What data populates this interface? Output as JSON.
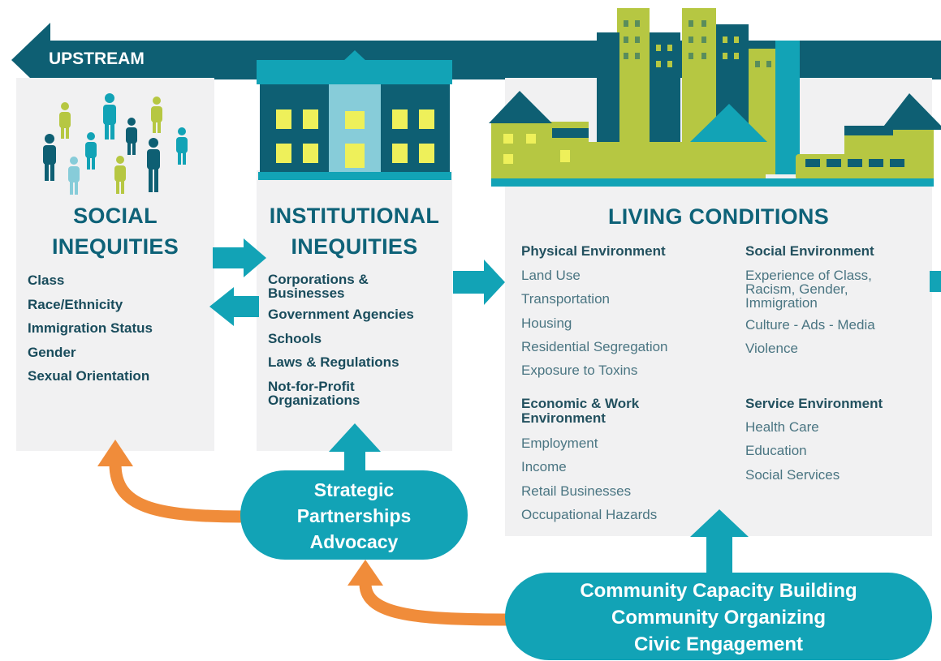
{
  "upstream": {
    "label": "UPSTREAM"
  },
  "social": {
    "title_line1": "SOCIAL",
    "title_line2": "INEQUITIES",
    "items": [
      "Class",
      "Race/Ethnicity",
      "Immigration Status",
      "Gender",
      "Sexual Orientation"
    ]
  },
  "institutional": {
    "title_line1": "INSTITUTIONAL",
    "title_line2": "INEQUITIES",
    "items": [
      "Corporations & Businesses",
      "Government Agencies",
      "Schools",
      "Laws & Regulations",
      "Not-for-Profit Organizations"
    ]
  },
  "living": {
    "title": "LIVING CONDITIONS",
    "physical": {
      "heading": "Physical Environment",
      "items": [
        "Land Use",
        "Transportation",
        "Housing",
        "Residential Segregation",
        "Exposure to Toxins"
      ]
    },
    "economic": {
      "heading": "Economic & Work Environment",
      "items": [
        "Employment",
        "Income",
        "Retail Businesses",
        "Occupational Hazards"
      ]
    },
    "social_env": {
      "heading": "Social Environment",
      "items": [
        "Experience of Class, Racism, Gender, Immigration",
        "Culture - Ads - Media",
        "Violence"
      ]
    },
    "service": {
      "heading": "Service Environment",
      "items": [
        "Health Care",
        "Education",
        "Social Services"
      ]
    }
  },
  "strategic": {
    "lines": [
      "Strategic",
      "Partnerships",
      "Advocacy"
    ]
  },
  "community": {
    "lines": [
      "Community Capacity Building",
      "Community Organizing",
      "Civic Engagement"
    ]
  },
  "colors": {
    "teal": "#12a3b6",
    "dark_teal": "#0e5f73",
    "lime": "#b6c742",
    "orange": "#f08c3a",
    "panel": "#f1f1f2"
  }
}
